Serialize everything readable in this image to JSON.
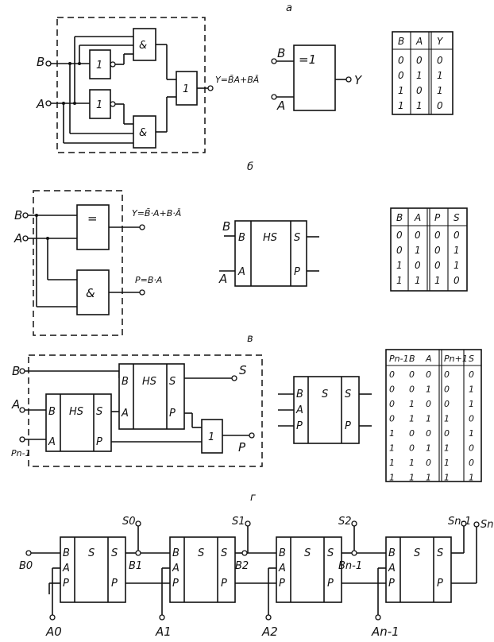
{
  "sections": {
    "a": "а",
    "b": "б",
    "v": "в",
    "g": "г"
  },
  "fig_a": {
    "in_b": "B",
    "in_a": "A",
    "gate_and_top": "&",
    "gate_and_bottom": "&",
    "gate_not_top": "1",
    "gate_not_bottom": "1",
    "gate_or": "1",
    "output_expr": "Y=B̄A+BĀ",
    "sym_in_b": "B",
    "sym_in_a": "A",
    "sym_gate": "=1",
    "sym_out": "Y",
    "table": {
      "headers": [
        "B",
        "A",
        "Y"
      ],
      "rows": [
        [
          "0",
          "0",
          "0"
        ],
        [
          "0",
          "1",
          "1"
        ],
        [
          "1",
          "0",
          "1"
        ],
        [
          "1",
          "1",
          "0"
        ]
      ]
    }
  },
  "fig_b": {
    "in_b": "B",
    "in_a": "A",
    "gate_xor": "=",
    "gate_and": "&",
    "expr_y": "Y=B̄·A+B·Ā",
    "expr_p": "P=B·A",
    "sym_in_b": "B",
    "sym_in_a": "A",
    "sym_port_b": "B",
    "sym_port_a": "A",
    "sym_title": "HS",
    "sym_port_s": "S",
    "sym_port_p": "P",
    "table": {
      "headers": [
        "B",
        "A",
        "P",
        "S"
      ],
      "rows": [
        [
          "0",
          "0",
          "0",
          "0"
        ],
        [
          "0",
          "1",
          "0",
          "1"
        ],
        [
          "1",
          "0",
          "0",
          "1"
        ],
        [
          "1",
          "1",
          "1",
          "0"
        ]
      ]
    }
  },
  "fig_v": {
    "in_b": "B",
    "in_a": "A",
    "in_p": "Pn-1",
    "hs1": {
      "b": "B",
      "a": "A",
      "title": "HS",
      "s": "S",
      "p": "P"
    },
    "hs2": {
      "b": "B",
      "a": "A",
      "title": "HS",
      "s": "S",
      "p": "P"
    },
    "gate_or": "1",
    "out_s": "S",
    "out_p": "P",
    "sym": {
      "b": "B",
      "a": "A",
      "p": "P",
      "title": "S",
      "s": "S",
      "pout": "P"
    },
    "table": {
      "headers": [
        "Pn-1",
        "B",
        "A",
        "Pn+1",
        "S"
      ],
      "rows": [
        [
          "0",
          "0",
          "0",
          "0",
          "0"
        ],
        [
          "0",
          "0",
          "1",
          "0",
          "1"
        ],
        [
          "0",
          "1",
          "0",
          "0",
          "1"
        ],
        [
          "0",
          "1",
          "1",
          "1",
          "0"
        ],
        [
          "1",
          "0",
          "0",
          "0",
          "1"
        ],
        [
          "1",
          "0",
          "1",
          "1",
          "0"
        ],
        [
          "1",
          "1",
          "0",
          "1",
          "0"
        ],
        [
          "1",
          "1",
          "1",
          "1",
          "1"
        ]
      ]
    }
  },
  "fig_g": {
    "stages": [
      {
        "in_b": "B0",
        "in_a": "A0",
        "out_s": "S0",
        "b": "B",
        "a": "A",
        "p": "P",
        "title": "S",
        "s": "S",
        "pout": "P"
      },
      {
        "in_b": "B1",
        "in_a": "A1",
        "out_s": "S1",
        "b": "B",
        "a": "A",
        "p": "P",
        "title": "S",
        "s": "S",
        "pout": "P"
      },
      {
        "in_b": "B2",
        "in_a": "A2",
        "out_s": "S2",
        "b": "B",
        "a": "A",
        "p": "P",
        "title": "S",
        "s": "S",
        "pout": "P"
      },
      {
        "in_b": "Bn-1",
        "in_a": "An-1",
        "out_s": "Sn-1",
        "b": "B",
        "a": "A",
        "p": "P",
        "title": "S",
        "s": "S",
        "pout": "P"
      }
    ],
    "out_final": "Sn"
  }
}
